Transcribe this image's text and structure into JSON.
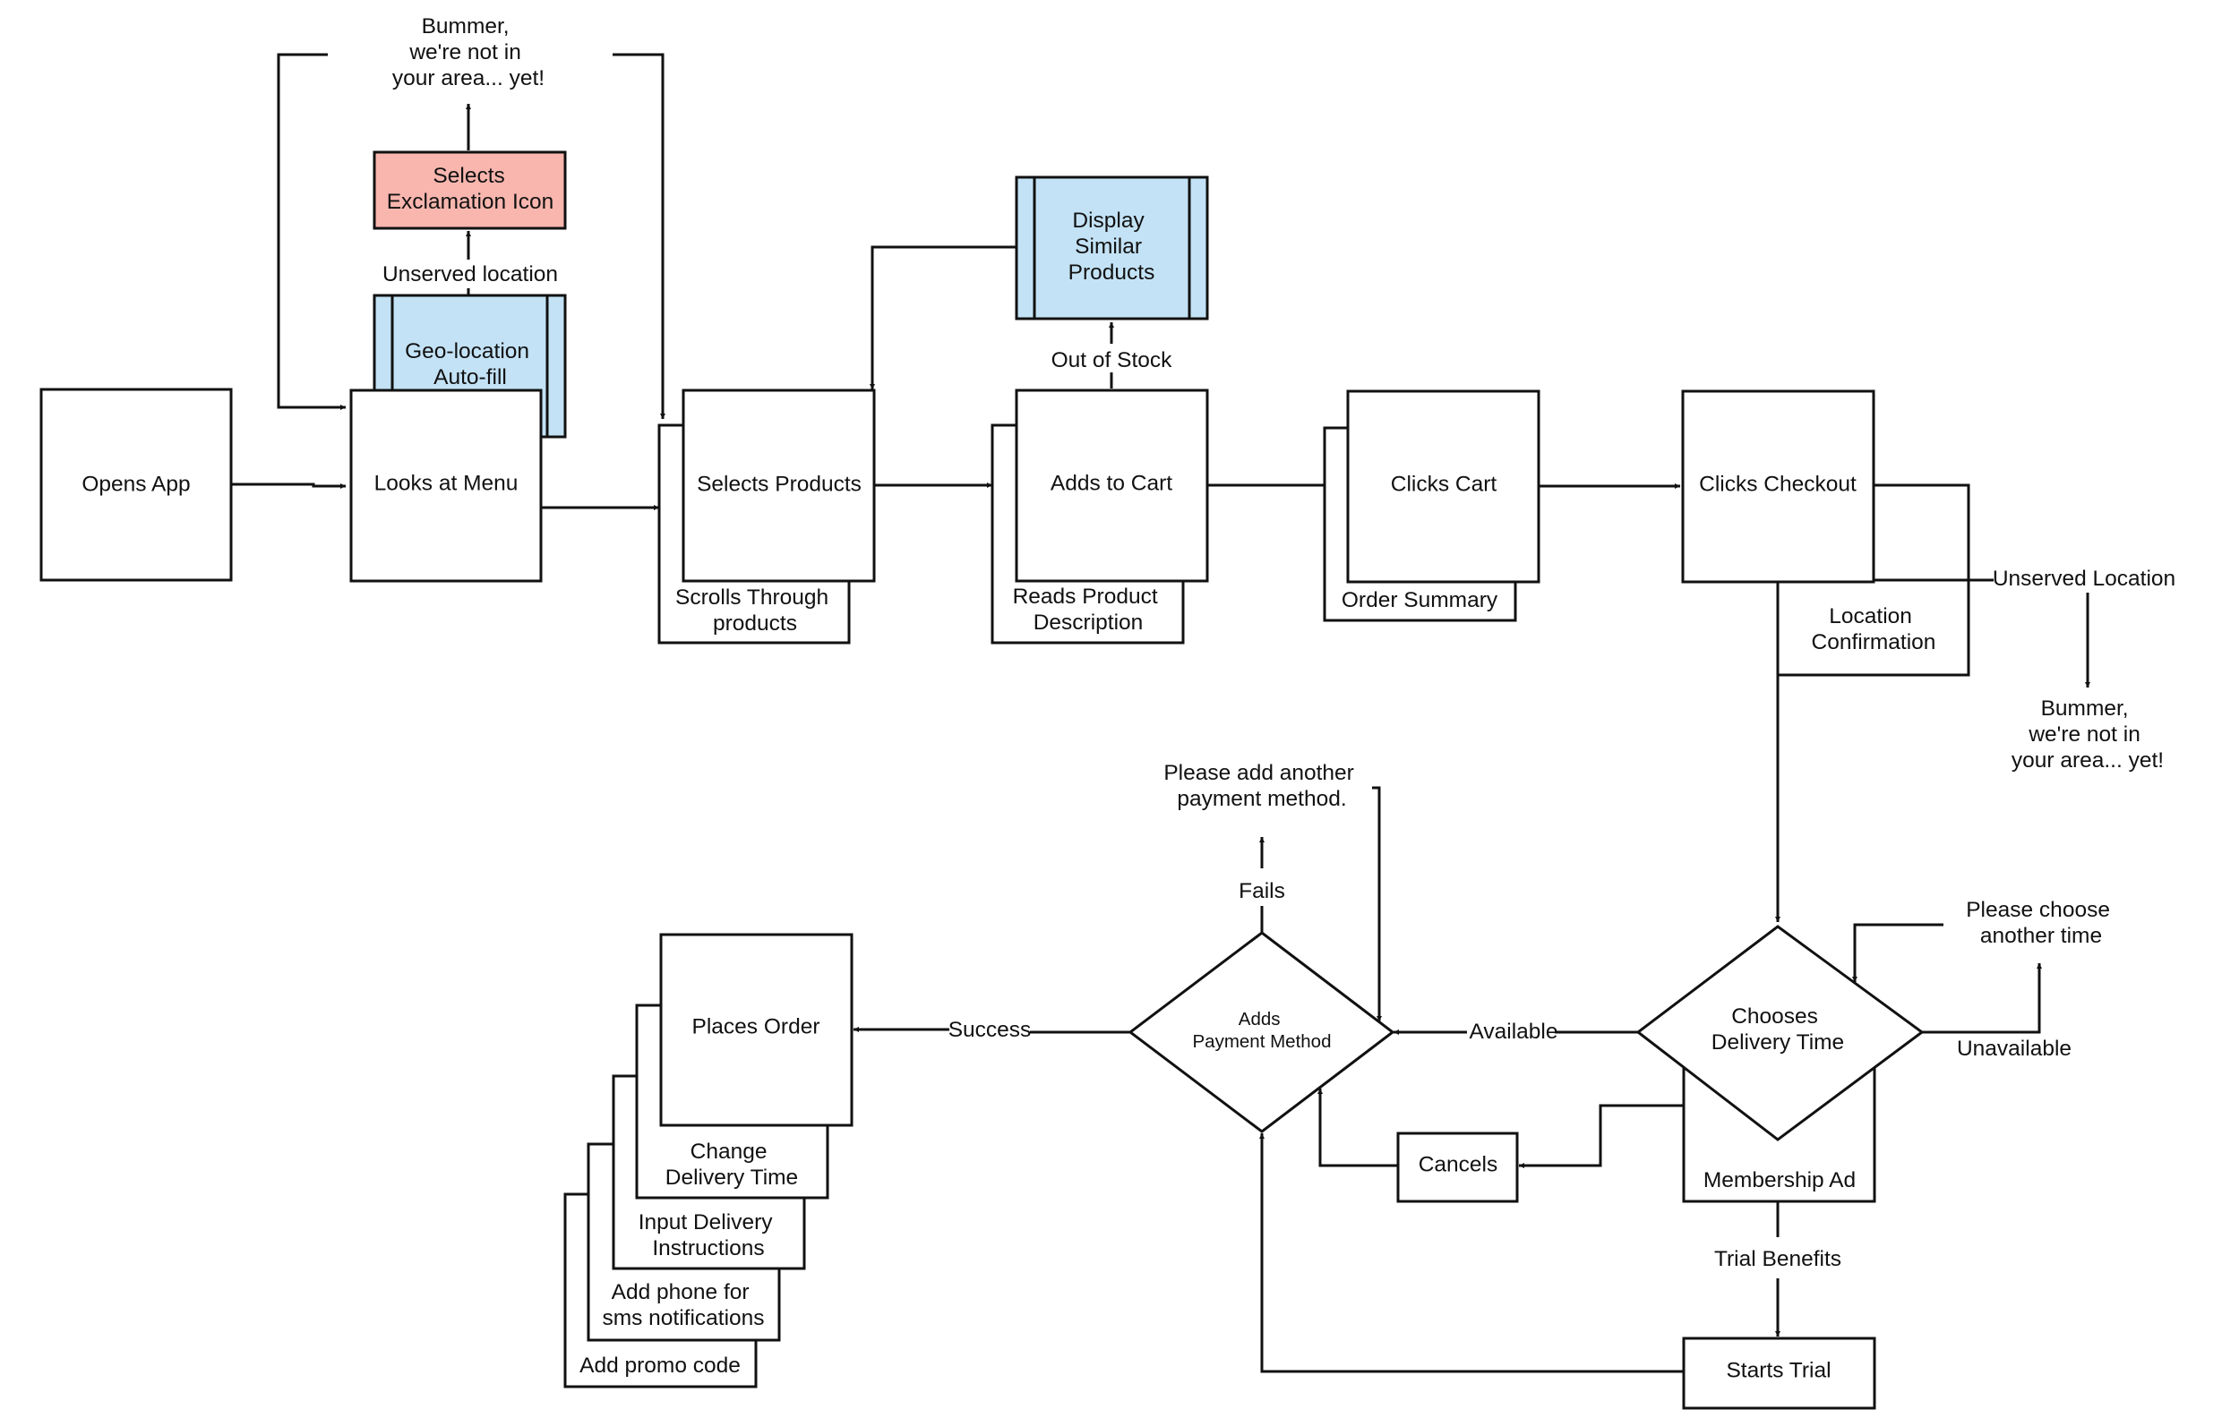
{
  "nodes": {
    "opens_app": "Opens App",
    "looks_at_menu": "Looks at Menu",
    "geo_location": [
      "Geo-location",
      "Auto-fill"
    ],
    "selects_exclamation": [
      "Selects",
      "Exclamation Icon"
    ],
    "bummer_top": [
      "Bummer,",
      "we're not in",
      "your area... yet!"
    ],
    "unserved_location_top": "Unserved location",
    "selects_products": "Selects Products",
    "scrolls_through": [
      "Scrolls Through",
      "products"
    ],
    "display_similar": [
      "Display",
      "Similar",
      "Products"
    ],
    "out_of_stock": "Out of Stock",
    "adds_to_cart": "Adds to Cart",
    "reads_product": [
      "Reads Product",
      "Description"
    ],
    "clicks_cart": "Clicks Cart",
    "order_summary": "Order Summary",
    "clicks_checkout": "Clicks Checkout",
    "location_confirmation": [
      "Location",
      "Confirmation"
    ],
    "unserved_location_right": "Unserved Location",
    "bummer_right": [
      "Bummer,",
      "we're not in",
      "your area... yet!"
    ],
    "please_add_payment": [
      "Please add another",
      "payment method."
    ],
    "fails": "Fails",
    "adds_payment": [
      "Adds",
      "Payment Method"
    ],
    "success": "Success",
    "places_order": "Places Order",
    "change_delivery": [
      "Change",
      "Delivery Time"
    ],
    "input_delivery": [
      "Input Delivery",
      "Instructions"
    ],
    "add_phone": [
      "Add phone for",
      "sms notifications"
    ],
    "add_promo": "Add promo code",
    "available": "Available",
    "chooses_delivery": [
      "Chooses",
      "Delivery Time"
    ],
    "please_choose_time": [
      "Please choose",
      "another time"
    ],
    "unavailable": "Unavailable",
    "cancels": "Cancels",
    "membership_ad": "Membership Ad",
    "trial_benefits": "Trial Benefits",
    "starts_trial": "Starts Trial"
  },
  "colors": {
    "line": "#111111",
    "process_fill": "#c3e2f5",
    "alert_fill": "#f8b6ae",
    "background": "#ffffff"
  }
}
